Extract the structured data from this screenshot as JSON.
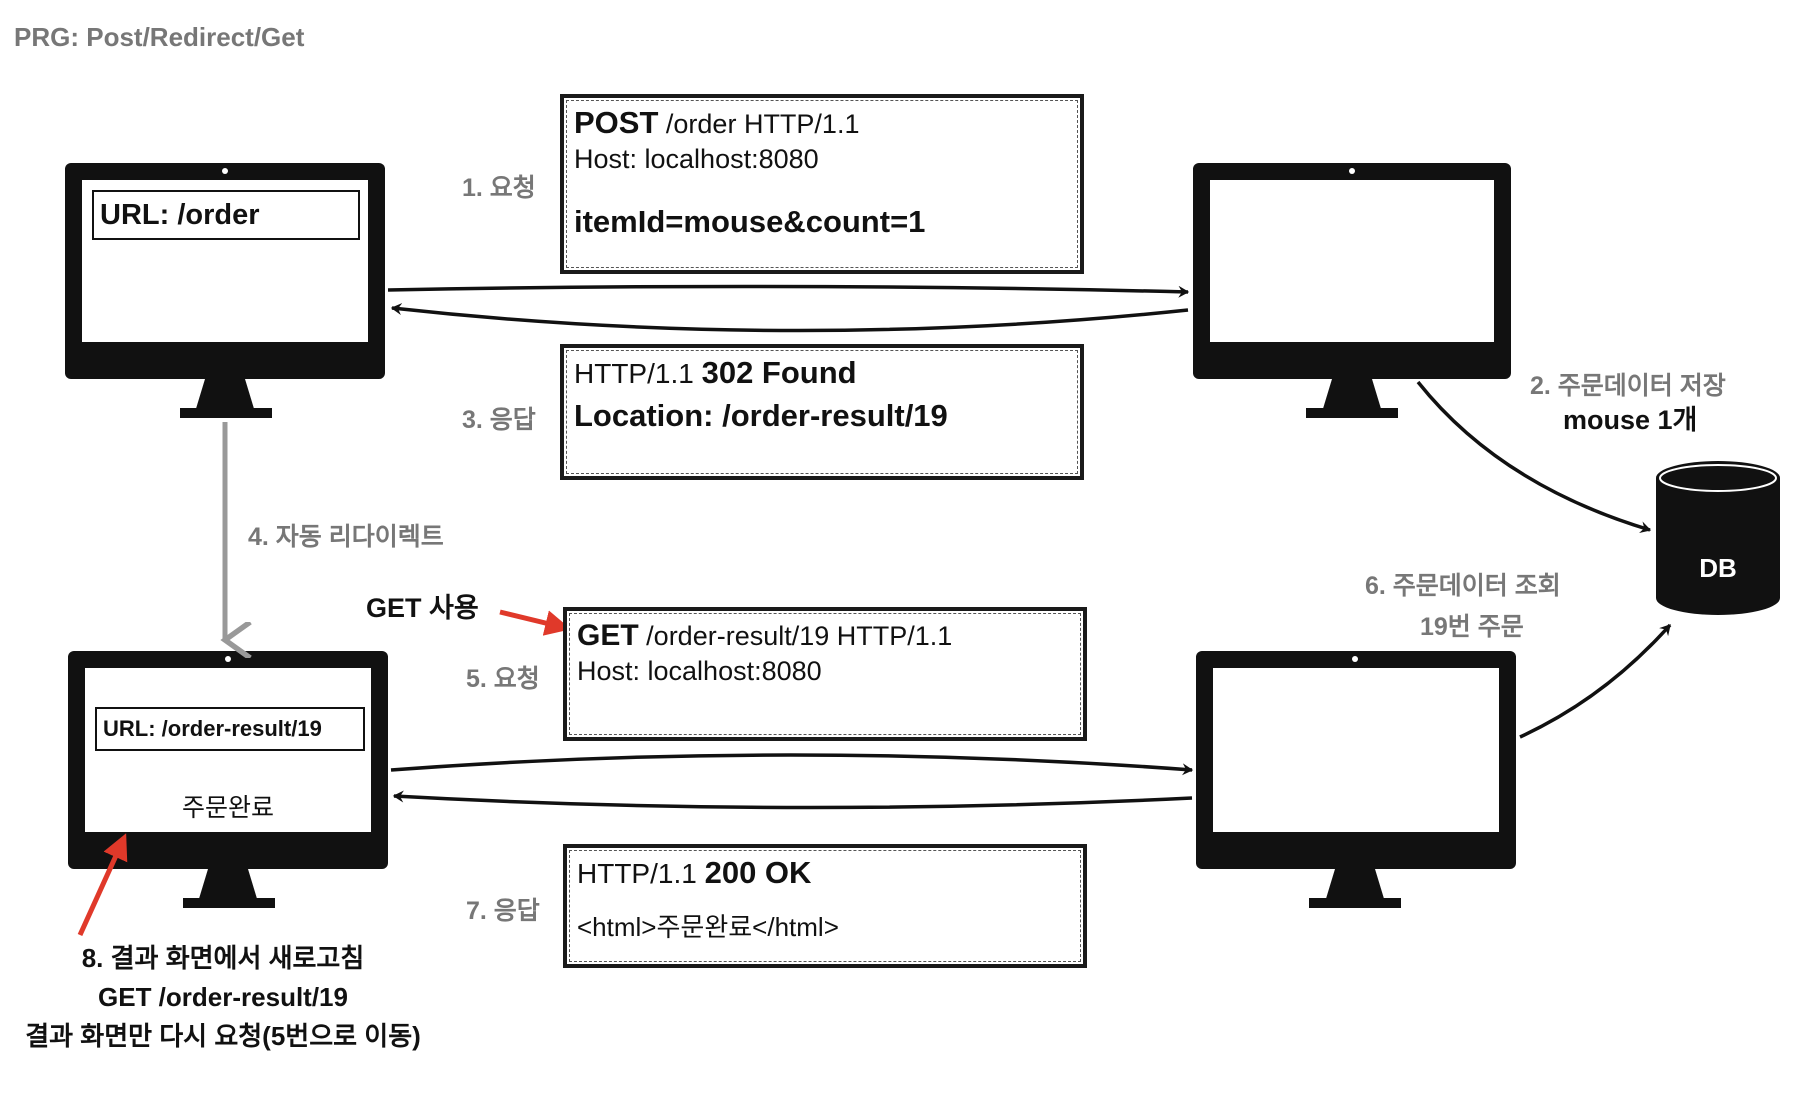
{
  "title": "PRG: Post/Redirect/Get",
  "steps": {
    "s1": "1. 요청",
    "s2_line1": "2. 주문데이터 저장",
    "s2_line2": "mouse 1개",
    "s3": "3. 응답",
    "s4": "4. 자동 리다이렉트",
    "s5": "5. 요청",
    "s6_line1": "6. 주문데이터 조회",
    "s6_line2": "19번 주문",
    "s7": "7. 응답"
  },
  "get_usage": "GET 사용",
  "refresh_note": {
    "line1": "8. 결과 화면에서 새로고침",
    "line2": "GET /order-result/19",
    "line3": "결과 화면만 다시 요청(5번으로 이동)"
  },
  "client_top": {
    "url": "URL: /order"
  },
  "client_bottom": {
    "url": "URL: /order-result/19",
    "content": "주문완료"
  },
  "db": {
    "label": "DB"
  },
  "messages": {
    "post_request": {
      "method": "POST",
      "line1_rest": " /order HTTP/1.1",
      "line2": "Host: localhost:8080",
      "line3": "itemId=mouse&count=1"
    },
    "redirect_response": {
      "line1_plain": "HTTP/1.1 ",
      "line1_bold": "302 Found",
      "line2": "Location: /order-result/19"
    },
    "get_request": {
      "method": "GET",
      "line1_rest": " /order-result/19 HTTP/1.1",
      "line2": "Host: localhost:8080"
    },
    "ok_response": {
      "line1_plain": "HTTP/1.1 ",
      "line1_bold": "200 OK",
      "line2": "<html>주문완료</html>"
    }
  },
  "colors": {
    "highlight_arrow": "#e0392a",
    "gray_text": "#777777",
    "redirect_arrow": "#999999"
  }
}
